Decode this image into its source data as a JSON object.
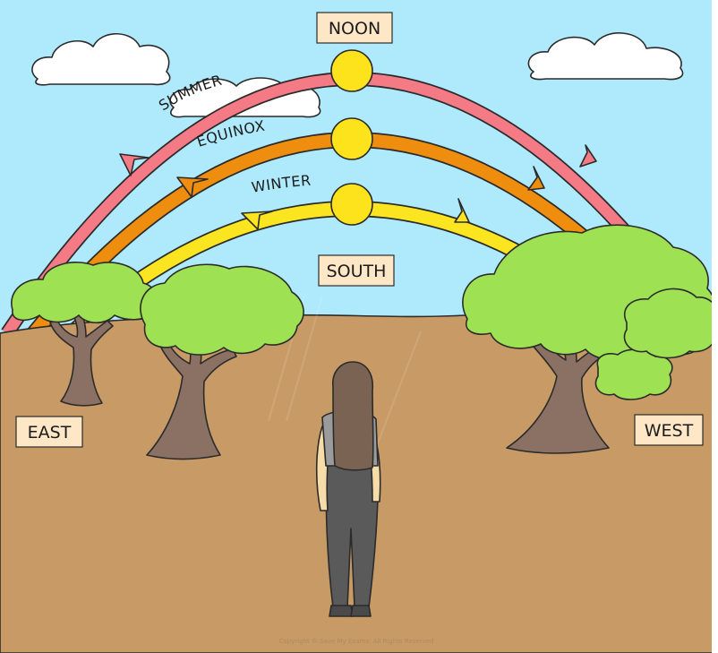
{
  "labels": {
    "noon": "NOON",
    "south": "SOUTH",
    "east": "EAST",
    "west": "WEST"
  },
  "sun_paths": {
    "summer": "SUMMER",
    "equinox": "EQUINOX",
    "winter": "WINTER"
  },
  "copyright": "Copyright © Save My Exams. All Rights Reserved",
  "colors": {
    "sky": "#aeeafc",
    "ground": "#c89a65",
    "summer_path": "#f47a86",
    "equinox_path": "#ef8d0f",
    "winter_path": "#fbe521",
    "sun": "#fde31c",
    "foliage": "#9ee254",
    "trunk": "#8a7163",
    "label_fill": "#fde7c7"
  },
  "icons": [
    "sun-icon",
    "cloud-icon",
    "tree-icon",
    "person-icon"
  ]
}
